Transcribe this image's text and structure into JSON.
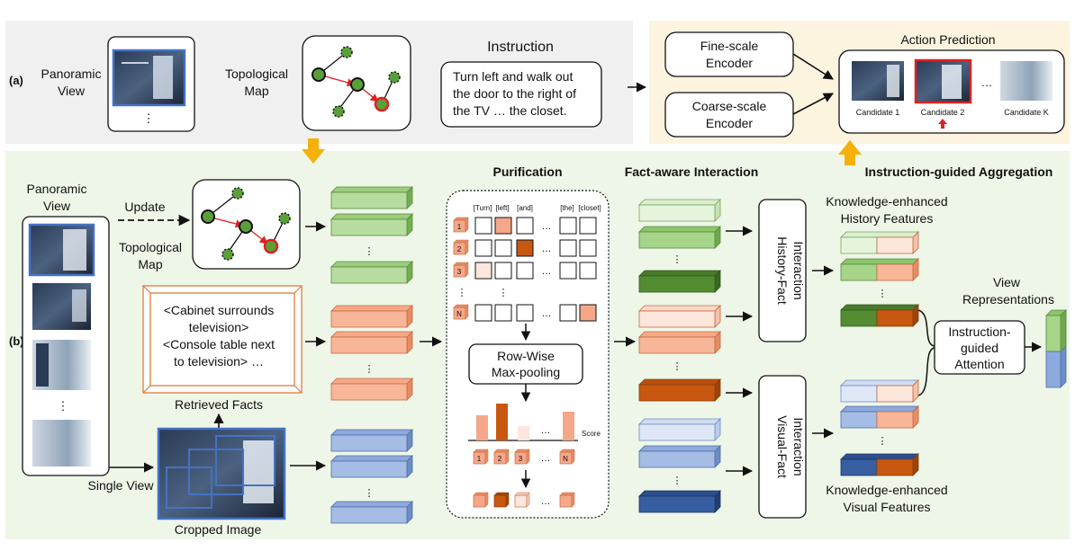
{
  "panel_a": {
    "label": "(a)",
    "panoramic_view": [
      "Panoramic",
      "View"
    ],
    "topological_map": [
      "Topological",
      "Map"
    ],
    "instruction_title": "Instruction",
    "instruction_text": [
      "Turn left and walk out",
      "the door to the right of",
      "the TV … the closet."
    ],
    "dots": "⋮"
  },
  "action": {
    "fine_encoder": [
      "Fine-scale",
      "Encoder"
    ],
    "coarse_encoder": [
      "Coarse-scale",
      "Encoder"
    ],
    "title": "Action Prediction",
    "candidates": [
      "Candidate 1",
      "Candidate 2",
      "Candidate K"
    ],
    "ellipsis": "…"
  },
  "panel_b": {
    "label": "(b)",
    "panoramic_view": [
      "Panoramic",
      "View"
    ],
    "update": "Update",
    "topological_map": [
      "Topological",
      "Map"
    ],
    "facts": [
      "<Cabinet surrounds",
      "television>",
      "<Console table next",
      "to television> …"
    ],
    "retrieved_facts": "Retrieved Facts",
    "single_view": "Single View",
    "cropped_image": "Cropped Image",
    "purification_title": "Purification",
    "tokens": [
      "[Turn]",
      "[left]",
      "[and]",
      "[the]",
      "[closet]"
    ],
    "row_labels": [
      "1",
      "2",
      "3",
      "N"
    ],
    "rowwise": [
      "Row-Wise",
      "Max-pooling"
    ],
    "score": "Score",
    "score_labels": [
      "1",
      "2",
      "3",
      "N"
    ],
    "fact_title": "Fact-aware Interaction",
    "history_fact": [
      "History-Fact",
      "Interaction"
    ],
    "visual_fact": [
      "Visual-Fact",
      "Interaction"
    ],
    "agg_title": "Instruction-guided Aggregation",
    "ke_history": [
      "Knowledge-enhanced",
      "History Features"
    ],
    "ke_visual": [
      "Knowledge-enhanced",
      "Visual Features"
    ],
    "view_repr": [
      "View",
      "Representations"
    ],
    "attention": [
      "Instruction-",
      "guided",
      "Attention"
    ],
    "ellipsis": "…",
    "dots": "⋮"
  }
}
